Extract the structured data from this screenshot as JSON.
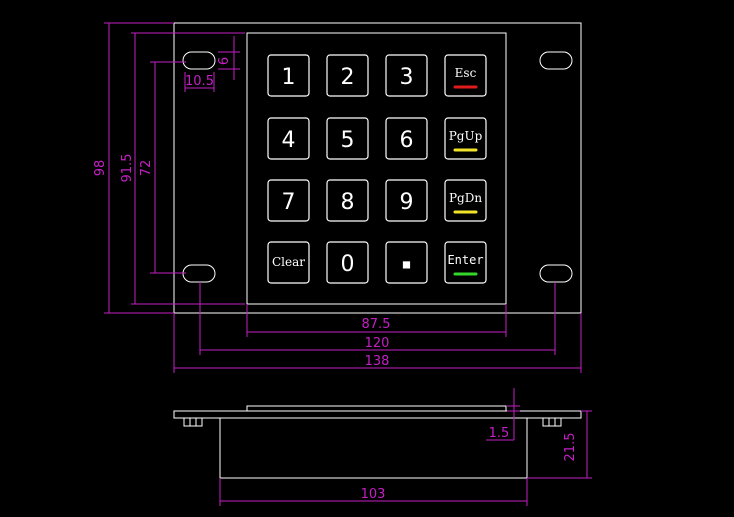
{
  "colors": {
    "background": "#000000",
    "outline": "#ffffff",
    "dimension": "#c41fc4",
    "esc_bar": "#e01b1b",
    "pgup_bar": "#f0e32a",
    "pgdn_bar": "#f0e32a",
    "enter_bar": "#34d62c"
  },
  "keys": [
    {
      "label": "1"
    },
    {
      "label": "2"
    },
    {
      "label": "3"
    },
    {
      "label": "Esc"
    },
    {
      "label": "4"
    },
    {
      "label": "5"
    },
    {
      "label": "6"
    },
    {
      "label": "PgUp"
    },
    {
      "label": "7"
    },
    {
      "label": "8"
    },
    {
      "label": "9"
    },
    {
      "label": "PgDn"
    },
    {
      "label": "Clear"
    },
    {
      "label": "0"
    },
    {
      "label": "■"
    },
    {
      "label": "Enter"
    }
  ],
  "dimensions": {
    "slot_width": "10.5",
    "slot_height": "6",
    "total_height": "98",
    "hole_span_v": "91.5",
    "hole_span_inner_v": "72",
    "keypad_width": "87.5",
    "hole_span_h": "120",
    "total_width": "138",
    "front_plate": "1.5",
    "depth": "21.5",
    "body_width": "103"
  }
}
